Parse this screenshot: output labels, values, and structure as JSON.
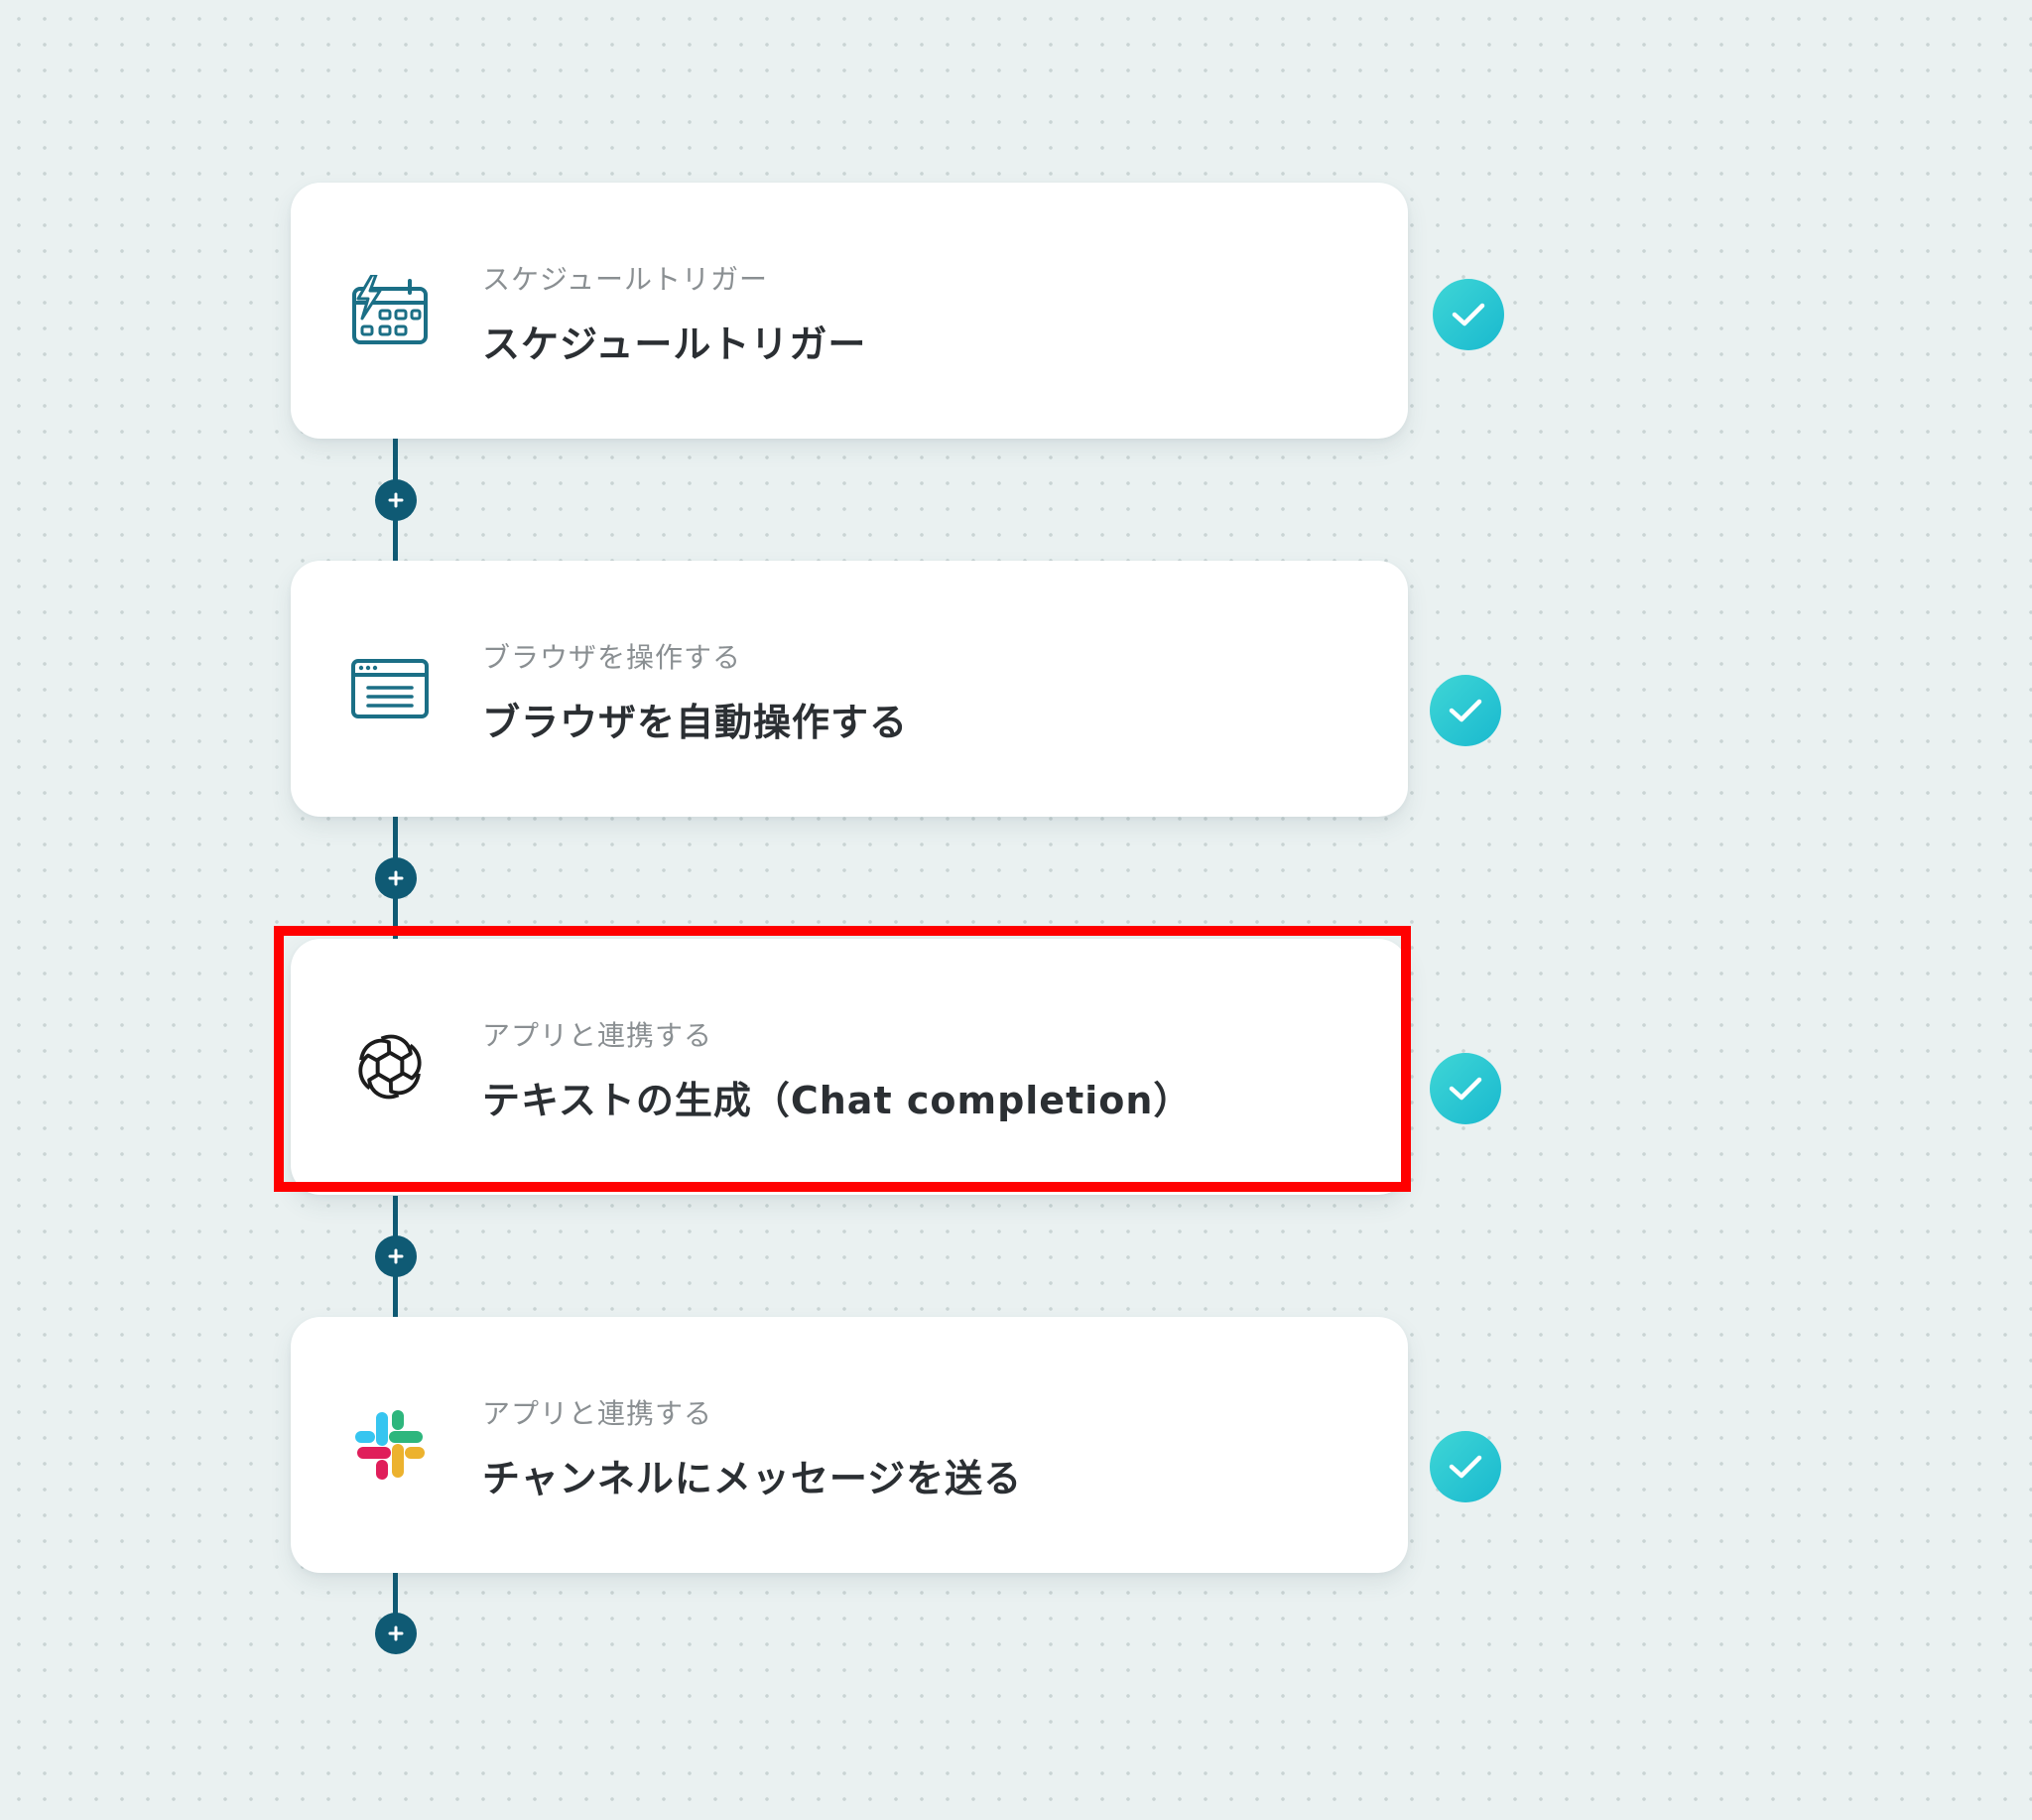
{
  "workflow": {
    "steps": [
      {
        "subtitle": "スケジュールトリガー",
        "title": "スケジュールトリガー",
        "icon": "calendar-lightning-icon",
        "status": "completed"
      },
      {
        "subtitle": "ブラウザを操作する",
        "title": "ブラウザを自動操作する",
        "icon": "browser-window-icon",
        "status": "completed"
      },
      {
        "subtitle": "アプリと連携する",
        "title": "テキストの生成（Chat completion）",
        "icon": "openai-logo-icon",
        "status": "completed",
        "highlighted": true
      },
      {
        "subtitle": "アプリと連携する",
        "title": "チャンネルにメッセージを送る",
        "icon": "slack-logo-icon",
        "status": "completed"
      }
    ]
  },
  "colors": {
    "background": "#eaf1f1",
    "card": "#ffffff",
    "connector": "#0f5a74",
    "check": "#22c2d3",
    "highlight": "#ff0000",
    "title_text": "#2b2f33",
    "subtitle_text": "#8a8f92"
  }
}
